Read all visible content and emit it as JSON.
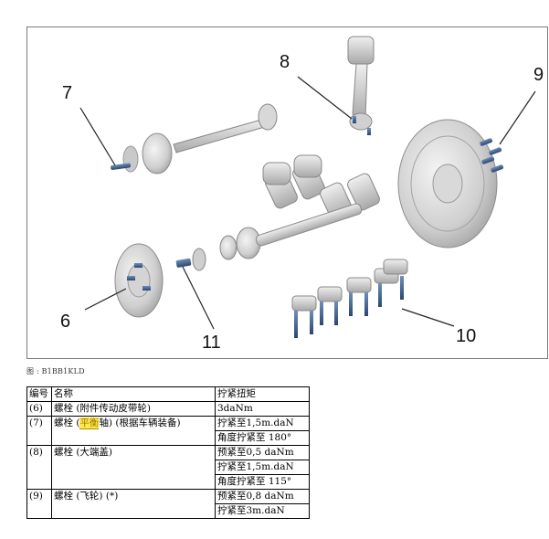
{
  "figure": {
    "callouts": [
      {
        "id": "callout-7",
        "text": "7"
      },
      {
        "id": "callout-8",
        "text": "8"
      },
      {
        "id": "callout-9",
        "text": "9"
      },
      {
        "id": "callout-6",
        "text": "6"
      },
      {
        "id": "callout-11",
        "text": "11"
      },
      {
        "id": "callout-10",
        "text": "10"
      }
    ],
    "caption": "图 : B1BB1KLD"
  },
  "table": {
    "headers": [
      "编号",
      "名称",
      "拧紧扭矩"
    ],
    "rows": [
      {
        "no": "(6)",
        "name_pre": "螺栓 (附件传动皮带轮)",
        "name_hl": "",
        "name_post": "",
        "torques": [
          "3daNm"
        ]
      },
      {
        "no": "(7)",
        "name_pre": "螺栓 (",
        "name_hl": "平衡",
        "name_post": "轴) (根据车辆装备)",
        "torques": [
          "拧紧至1,5m.daN",
          "角度拧紧至  180°"
        ]
      },
      {
        "no": "(8)",
        "name_pre": "螺栓 (大端盖)",
        "name_hl": "",
        "name_post": "",
        "torques": [
          "预紧至0,5 daNm",
          "拧紧至1,5m.daN",
          "角度拧紧至  115°"
        ]
      },
      {
        "no": "(9)",
        "name_pre": "螺栓 (飞轮) (*)",
        "name_hl": "",
        "name_post": "",
        "torques": [
          "预紧至0,8 daNm",
          "拧紧至3m.daN"
        ]
      }
    ]
  }
}
